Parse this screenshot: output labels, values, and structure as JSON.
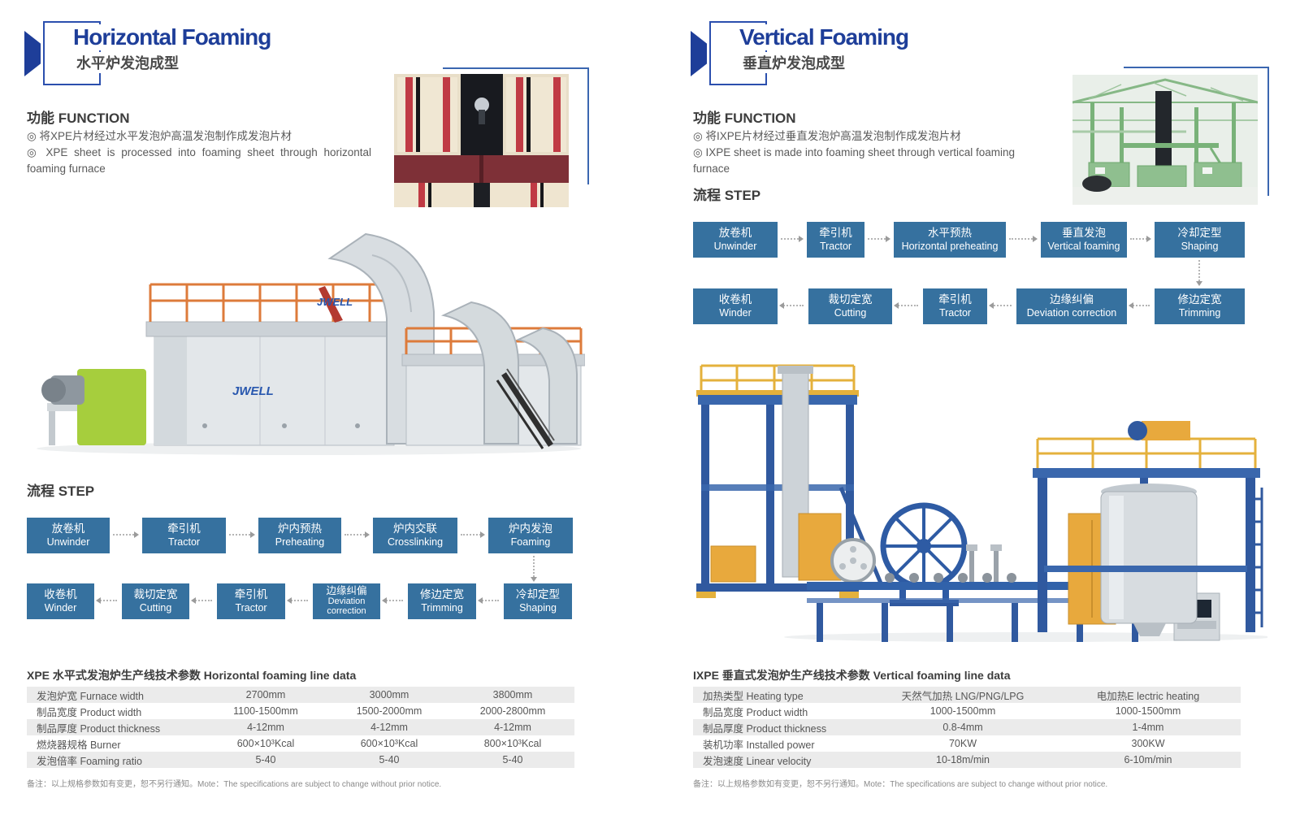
{
  "page": {
    "machine_logo": "JWELL"
  },
  "colors": {
    "accent_blue": "#1e3e99",
    "flow_box_blue": "#36719f",
    "table_stripe": "#ebebeb"
  },
  "panels": {
    "horizontal": {
      "title_en": "Horizontal Foaming",
      "title_cn": "水平炉发泡成型",
      "function_heading": "功能 FUNCTION",
      "bullets": [
        "◎ 将XPE片材经过水平发泡炉高温发泡制作成发泡片材",
        "◎ XPE sheet is processed into foaming sheet through horizontal foaming furnace"
      ],
      "step_heading": "流程 STEP",
      "flow_row1": [
        {
          "cn": "放卷机",
          "en": "Unwinder"
        },
        {
          "cn": "牵引机",
          "en": "Tractor"
        },
        {
          "cn": "炉内预热",
          "en": "Preheating"
        },
        {
          "cn": "炉内交联",
          "en": "Crosslinking"
        },
        {
          "cn": "炉内发泡",
          "en": "Foaming"
        }
      ],
      "flow_row2": [
        {
          "cn": "收卷机",
          "en": "Winder"
        },
        {
          "cn": "裁切定宽",
          "en": "Cutting"
        },
        {
          "cn": "牵引机",
          "en": "Tractor"
        },
        {
          "cn": "边缘纠偏",
          "en": "Deviation correction"
        },
        {
          "cn": "修边定宽",
          "en": "Trimming"
        },
        {
          "cn": "冷却定型",
          "en": "Shaping"
        }
      ],
      "table": {
        "title": "XPE 水平式发泡炉生产线技术参数 Horizontal foaming line data",
        "rows": [
          [
            "发泡炉宽 Furnace width",
            "2700mm",
            "3000mm",
            "3800mm"
          ],
          [
            "制品宽度 Product width",
            "1100-1500mm",
            "1500-2000mm",
            "2000-2800mm"
          ],
          [
            "制品厚度 Product thickness",
            "4-12mm",
            "4-12mm",
            "4-12mm"
          ],
          [
            "燃烧器规格 Burner",
            "600×10³Kcal",
            "600×10³Kcal",
            "800×10³Kcal"
          ],
          [
            "发泡倍率 Foaming ratio",
            "5-40",
            "5-40",
            "5-40"
          ]
        ]
      },
      "note": "备注：以上规格参数如有变更，恕不另行通知。Mote：The specifications are subject to change without prior notice."
    },
    "vertical": {
      "title_en": "Vertical Foaming",
      "title_cn": "垂直炉发泡成型",
      "function_heading": "功能 FUNCTION",
      "bullets": [
        "◎ 将IXPE片材经过垂直发泡炉高温发泡制作成发泡片材",
        "◎ IXPE sheet is made into foaming sheet through vertical foaming furnace"
      ],
      "step_heading": "流程 STEP",
      "flow_row1": [
        {
          "cn": "放卷机",
          "en": "Unwinder"
        },
        {
          "cn": "牵引机",
          "en": "Tractor"
        },
        {
          "cn": "水平预热",
          "en": "Horizontal preheating"
        },
        {
          "cn": "垂直发泡",
          "en": "Vertical foaming"
        },
        {
          "cn": "冷却定型",
          "en": "Shaping"
        }
      ],
      "flow_row2": [
        {
          "cn": "收卷机",
          "en": "Winder"
        },
        {
          "cn": "裁切定宽",
          "en": "Cutting"
        },
        {
          "cn": "牵引机",
          "en": "Tractor"
        },
        {
          "cn": "边缘纠偏",
          "en": "Deviation correction"
        },
        {
          "cn": "修边定宽",
          "en": "Trimming"
        }
      ],
      "table": {
        "title": "IXPE 垂直式发泡炉生产线技术参数 Vertical foaming line data",
        "rows": [
          [
            "加热类型 Heating type",
            "天然气加热 LNG/PNG/LPG",
            "电加热E lectric heating"
          ],
          [
            "制品宽度 Product width",
            "1000-1500mm",
            "1000-1500mm"
          ],
          [
            "制品厚度 Product thickness",
            "0.8-4mm",
            "1-4mm"
          ],
          [
            "装机功率 Installed power",
            "70KW",
            "300KW"
          ],
          [
            "发泡速度 Linear velocity",
            "10-18m/min",
            "6-10m/min"
          ]
        ]
      },
      "note": "备注：以上规格参数如有变更，恕不另行通知。Mote：The specifications are subject to change without prior notice."
    }
  }
}
